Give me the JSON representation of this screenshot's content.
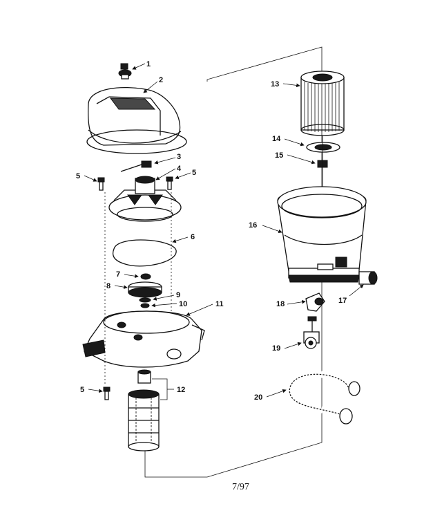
{
  "footer": {
    "date_code": "7/97"
  },
  "parts": {
    "p1": "1",
    "p2": "2",
    "p3": "3",
    "p4": "4",
    "p5a": "5",
    "p5b": "5",
    "p6": "6",
    "p7": "7",
    "p8": "8",
    "p9": "9",
    "p10": "10",
    "p11": "11",
    "p12": "12",
    "p5c": "5",
    "p13": "13",
    "p14": "14",
    "p15": "15",
    "p16": "16",
    "p17": "17",
    "p18": "18",
    "p19": "19",
    "p20": "20"
  }
}
